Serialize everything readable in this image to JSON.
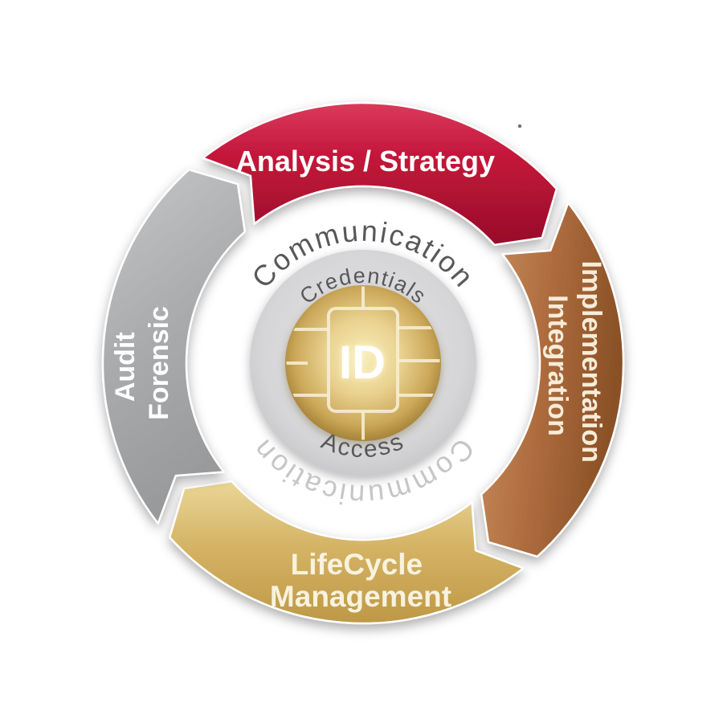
{
  "diagram": {
    "type": "segmented-cycle",
    "segments": [
      {
        "name": "analysis-strategy",
        "position": "top",
        "lines": [
          "Analysis / Strategy"
        ],
        "color": "#C21338",
        "text_color": "#FFFFFF"
      },
      {
        "name": "implementation-integration",
        "position": "right",
        "lines": [
          "Implementation",
          "Integration"
        ],
        "color": "#AF6D3F",
        "text_color": "#F6ECD8"
      },
      {
        "name": "lifecycle-management",
        "position": "bottom",
        "lines": [
          "LifeCycle",
          "Management"
        ],
        "color": "#D5B466",
        "text_color": "#F8F2DE"
      },
      {
        "name": "audit-forensic",
        "position": "left",
        "lines": [
          "Audit",
          "Forensic"
        ],
        "color": "#ABACAE",
        "text_color": "#FFFFFF"
      }
    ],
    "ring": {
      "top_label": "Communication",
      "bottom_label": "Communication",
      "top_text_color": "#58585B",
      "bottom_text_color": "#C6C6C8"
    },
    "core": {
      "top_label": "Credentials",
      "bottom_label": "Access",
      "id_label": "ID",
      "label_color": "#58585B",
      "disc_color": "#D6D6D8",
      "gold_color": "#D9B96A",
      "chip_line_color": "#F6EED5",
      "id_text_color": "#FFFFFF"
    },
    "background_color": "#FFFFFF"
  }
}
